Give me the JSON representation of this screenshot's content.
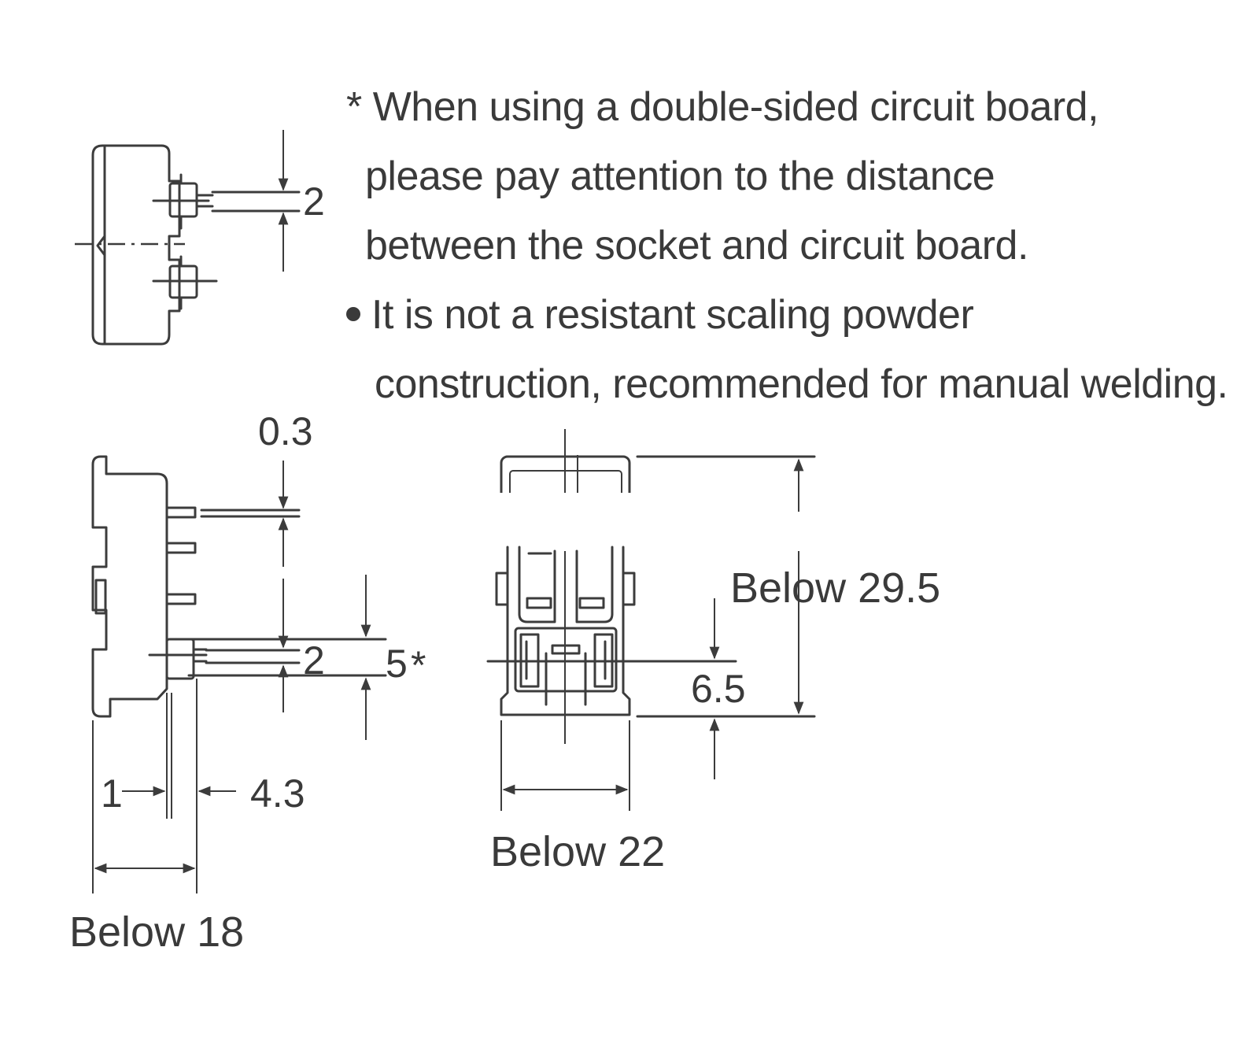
{
  "notes": {
    "note1": {
      "marker": "*",
      "lines": [
        "When using a double-sided circuit board,",
        "please pay attention to the distance",
        "between the socket and circuit board."
      ]
    },
    "note2": {
      "marker_icon": "bullet-icon",
      "lines": [
        "It is not a resistant scaling powder",
        "construction, recommended for manual welding."
      ]
    }
  },
  "dimensions": {
    "top_view_gap": "2",
    "side_top_gap": "0.3",
    "side_bottom_gap": "2",
    "side_height_marked": "5",
    "side_marker": "*",
    "side_pin_offset": "1",
    "side_pin_length": "4.3",
    "side_width": "Below 18",
    "front_height": "Below 29.5",
    "front_pin_height": "6.5",
    "front_width": "Below 22"
  },
  "colors": {
    "line": "#3c3c3c",
    "text": "#3a3a3a",
    "background": "#ffffff"
  }
}
